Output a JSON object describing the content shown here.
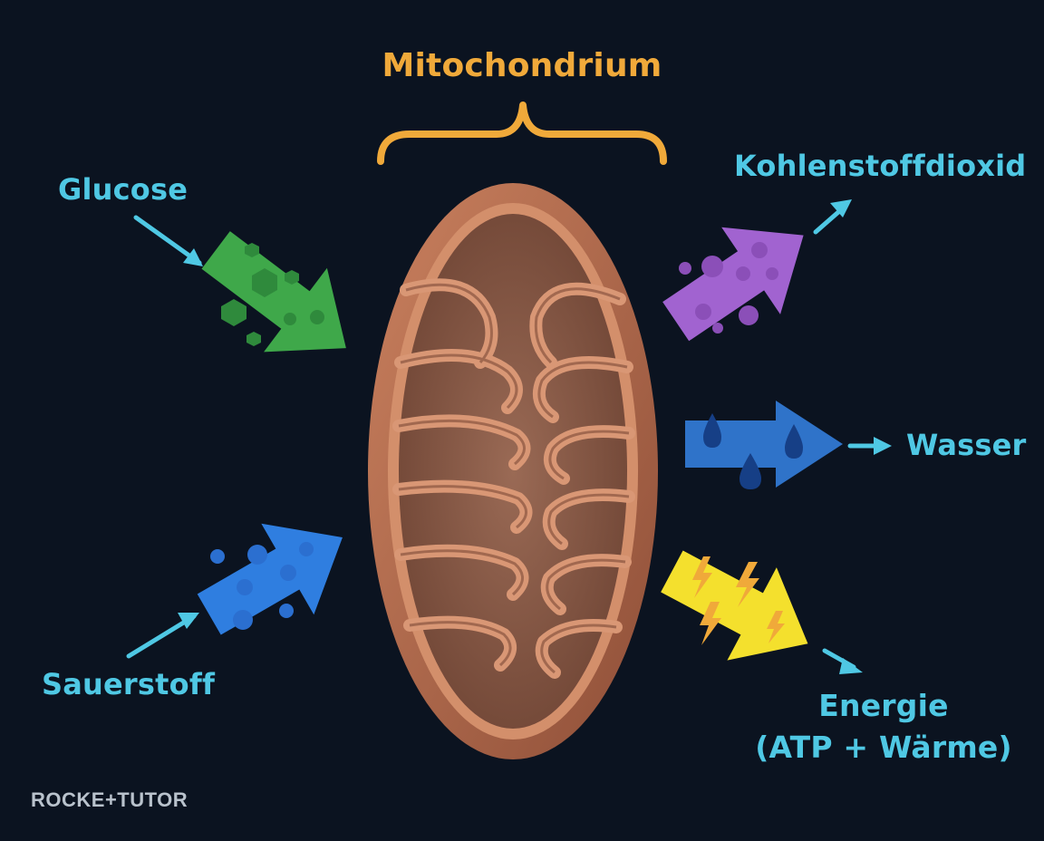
{
  "diagram": {
    "title": "Mitochondrium",
    "inputs": [
      {
        "label": "Glucose"
      },
      {
        "label": "Sauerstoff"
      }
    ],
    "outputs": [
      {
        "label": "Kohlenstoffdioxid"
      },
      {
        "label": "Wasser"
      },
      {
        "label": "Energie",
        "sublabel": "(ATP + Wärme)"
      }
    ]
  },
  "logo": "ROCKE+TUTOR",
  "icons": {
    "glucose": "hexagon-molecules-icon",
    "oxygen": "circle-molecules-icon",
    "co2": "bubble-molecules-icon",
    "water": "water-drop-icon",
    "energy": "lightning-bolt-icon"
  },
  "colors": {
    "background": "#0b1320",
    "title": "#f0a93a",
    "label": "#4fc8e4",
    "glucose": "#3fa84a",
    "oxygen": "#2f7ee0",
    "co2": "#a163d0",
    "water": "#2f73c9",
    "energy": "#f4e02d",
    "membrane": "#b8694a",
    "matrix": "#8a5a46"
  }
}
